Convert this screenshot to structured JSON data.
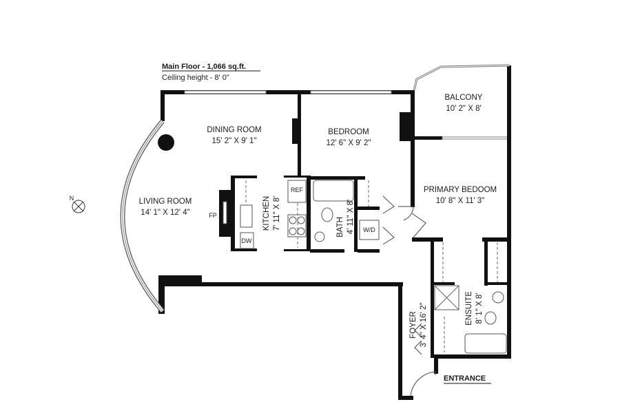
{
  "header": {
    "title": "Main Floor - 1,066 sq.ft.",
    "ceiling": "Ceiling height - 8' 0\""
  },
  "rooms": {
    "dining": {
      "name": "DINING ROOM",
      "size": "15' 2\" X 9' 1\""
    },
    "bedroom": {
      "name": "BEDROOM",
      "size": "12' 6\" X 9' 2\""
    },
    "balcony": {
      "name": "BALCONY",
      "size": "10' 2\" X 8'"
    },
    "primary": {
      "name": "PRIMARY BEDOOM",
      "size": "10' 8\" X 11' 3\""
    },
    "living": {
      "name": "LIVING ROOM",
      "size": "14' 1\" X 12' 4\""
    },
    "kitchen": {
      "name": "KITCHEN",
      "size": "7' 11\" X 8'"
    },
    "bath": {
      "name": "BATH",
      "size": "4' 11\" X 8'"
    },
    "foyer": {
      "name": "FOYER",
      "size": "3' 4\" X 16' 2\""
    },
    "ensuite": {
      "name": "ENSUITE",
      "size": "8' 1\" X 8'"
    }
  },
  "fixtures": {
    "fireplace": "FP",
    "refrigerator": "REF",
    "dishwasher": "DW",
    "washer_dryer": "W/D"
  },
  "entrance": "ENTRANCE",
  "compass": "N"
}
